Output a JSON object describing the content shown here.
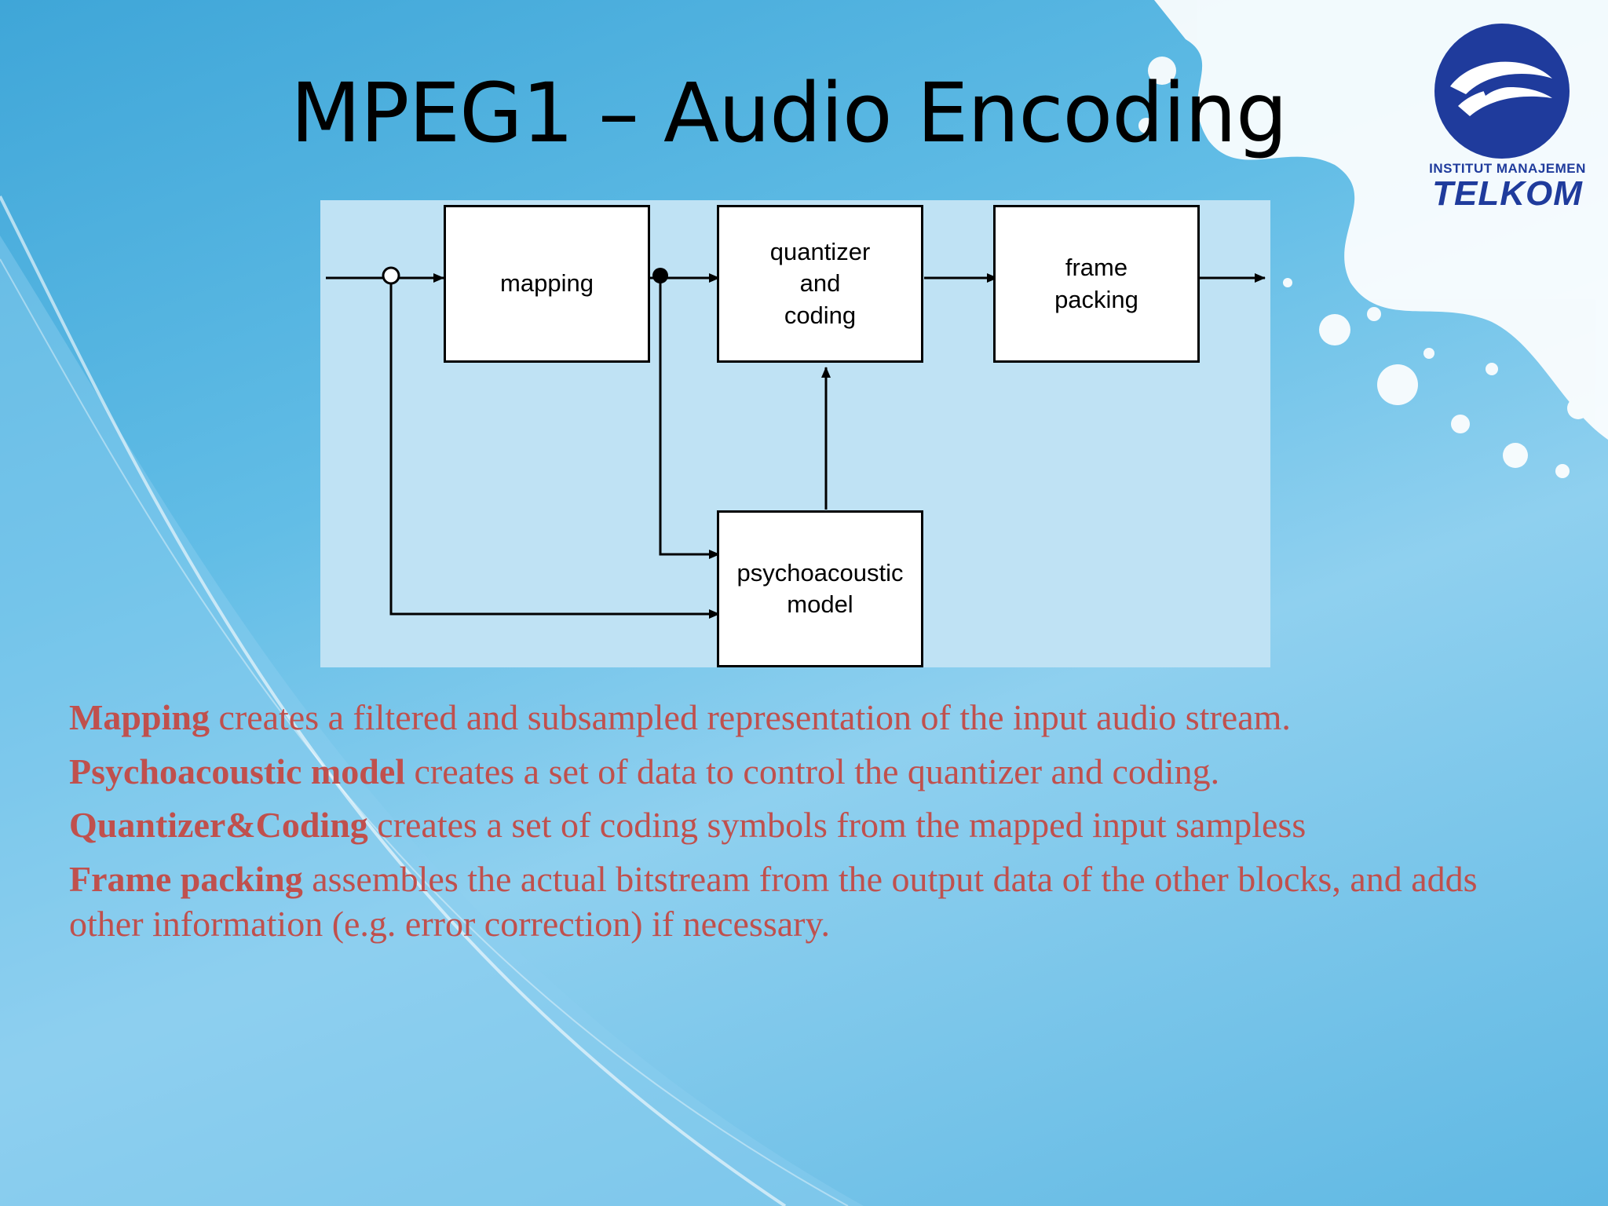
{
  "slide": {
    "title": "MPEG1 – Audio Encoding"
  },
  "logo": {
    "line1": "INSTITUT MANAJEMEN",
    "line2": "TELKOM",
    "colors": {
      "primary": "#1f3b9c",
      "accent": "#ffffff"
    }
  },
  "diagram": {
    "blocks": {
      "mapping": "mapping",
      "quantizer": "quantizer\nand\ncoding",
      "frame": "frame\npacking",
      "psycho": "psychoacoustic\nmodel"
    }
  },
  "paragraphs": [
    {
      "term": "Mapping",
      "text": " creates a filtered and subsampled representation of the input audio stream."
    },
    {
      "term": "Psychoacoustic model",
      "text": " creates a set of data to control the quantizer and coding."
    },
    {
      "term": "Quantizer&Coding",
      "text": " creates a set of coding symbols from the mapped input sampless"
    },
    {
      "term": "Frame packing",
      "text": " assembles the actual bitstream from the output data of the other blocks, and adds other information (e.g. error correction) if necessary."
    }
  ],
  "colors": {
    "body_text": "#c0504d",
    "title_text": "#000000",
    "diagram_bg": "#bfe2f4"
  }
}
